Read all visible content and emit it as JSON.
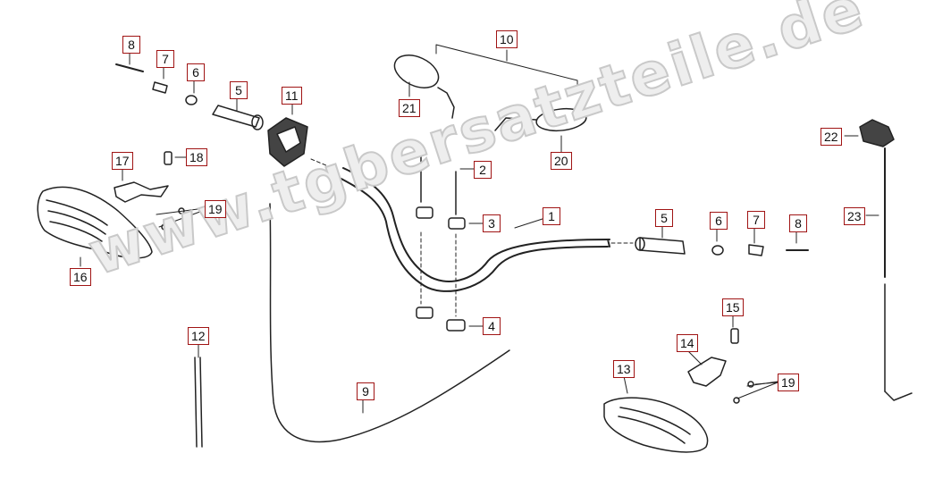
{
  "watermark": "www.tgbersatzteile.de",
  "callouts": [
    {
      "key": "c8a",
      "label": "8"
    },
    {
      "key": "c7a",
      "label": "7"
    },
    {
      "key": "c6a",
      "label": "6"
    },
    {
      "key": "c5a",
      "label": "5"
    },
    {
      "key": "c11",
      "label": "11"
    },
    {
      "key": "c10",
      "label": "10"
    },
    {
      "key": "c21",
      "label": "21"
    },
    {
      "key": "c20",
      "label": "20"
    },
    {
      "key": "c17",
      "label": "17"
    },
    {
      "key": "c18",
      "label": "18"
    },
    {
      "key": "c19a",
      "label": "19"
    },
    {
      "key": "c16",
      "label": "16"
    },
    {
      "key": "c2",
      "label": "2"
    },
    {
      "key": "c3",
      "label": "3"
    },
    {
      "key": "c1",
      "label": "1"
    },
    {
      "key": "c4",
      "label": "4"
    },
    {
      "key": "c5b",
      "label": "5"
    },
    {
      "key": "c6b",
      "label": "6"
    },
    {
      "key": "c7b",
      "label": "7"
    },
    {
      "key": "c8b",
      "label": "8"
    },
    {
      "key": "c22",
      "label": "22"
    },
    {
      "key": "c23",
      "label": "23"
    },
    {
      "key": "c15",
      "label": "15"
    },
    {
      "key": "c14",
      "label": "14"
    },
    {
      "key": "c13",
      "label": "13"
    },
    {
      "key": "c19b",
      "label": "19"
    },
    {
      "key": "c12",
      "label": "12"
    },
    {
      "key": "c9",
      "label": "9"
    }
  ],
  "colors": {
    "callout_border": "#a01414",
    "line": "#222222",
    "watermark_fill": "#eeeeee",
    "watermark_stroke": "#c9c9c9"
  }
}
